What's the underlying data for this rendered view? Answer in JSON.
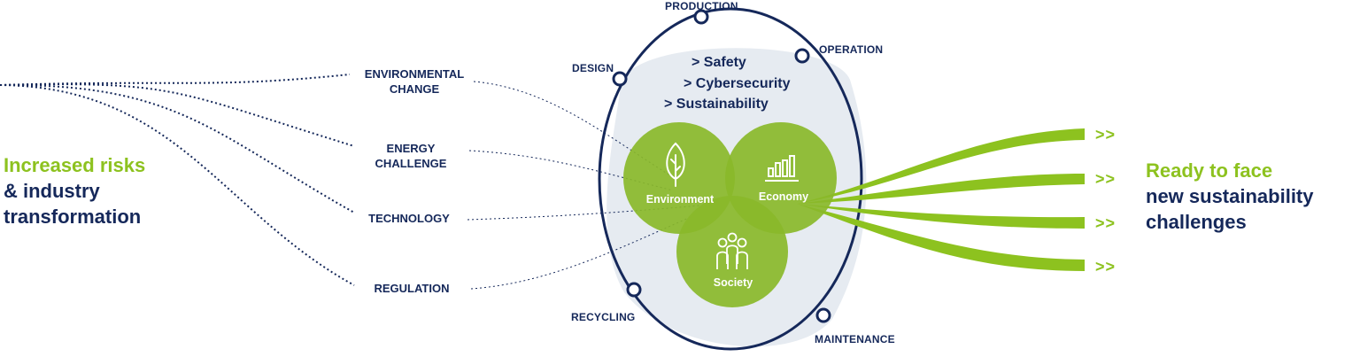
{
  "left_title": {
    "line1": "Increased risks",
    "line2": "& industry",
    "line3": "transformation"
  },
  "drivers": [
    {
      "line1": "ENVIRONMENTAL",
      "line2": "CHANGE"
    },
    {
      "line1": "ENERGY",
      "line2": "CHALLENGE"
    },
    {
      "line1": "TECHNOLOGY",
      "line2": ""
    },
    {
      "line1": "REGULATION",
      "line2": ""
    }
  ],
  "lifecycle": [
    "PRODUCTION",
    "OPERATION",
    "DESIGN",
    "RECYCLING",
    "MAINTENANCE"
  ],
  "lenses": [
    "> Safety",
    "> Cybersecurity",
    "> Sustainability"
  ],
  "pillars": [
    {
      "label": "Environment",
      "icon": "leaf-icon"
    },
    {
      "label": "Economy",
      "icon": "bar-chart-icon"
    },
    {
      "label": "Society",
      "icon": "people-icon"
    }
  ],
  "arrows": [
    ">>",
    ">>",
    ">>",
    ">>"
  ],
  "right_title": {
    "line1": "Ready to face",
    "line2": "new sustainability",
    "line3": "challenges"
  },
  "colors": {
    "navy": "#15285a",
    "green": "#8dc21f",
    "circle_green": "#8ab82a",
    "halo": "#e6ebf1"
  }
}
